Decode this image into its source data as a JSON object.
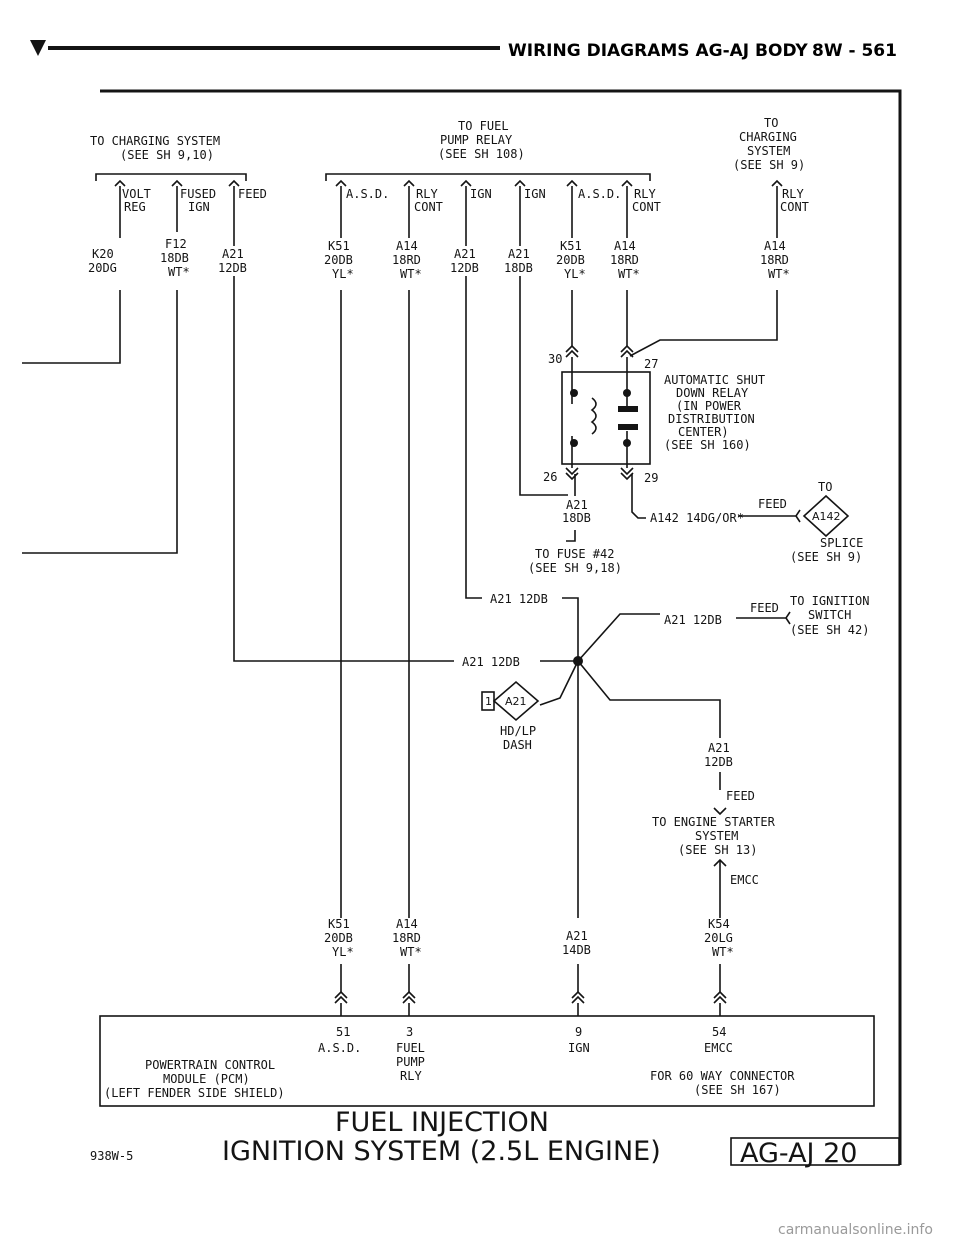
{
  "header": {
    "title": "WIRING DIAGRAMS AG-AJ BODY",
    "page": "8W - 561"
  },
  "sources": {
    "charging_left": [
      "TO CHARGING SYSTEM",
      "(SEE SH 9,10)"
    ],
    "fuel_pump_relay": [
      "TO FUEL",
      "PUMP RELAY",
      "(SEE SH 108)"
    ],
    "charging_right": [
      "TO",
      "CHARGING",
      "SYSTEM",
      "(SEE SH 9)"
    ]
  },
  "terminals": {
    "volt_reg": [
      "VOLT",
      "REG"
    ],
    "fused_ign": [
      "FUSED",
      "IGN"
    ],
    "feed": "FEED",
    "asd1": "A.S.D.",
    "rly_cont1": [
      "RLY",
      "CONT"
    ],
    "ign1": "IGN",
    "ign2": "IGN",
    "asd2": "A.S.D.",
    "rly_cont2": [
      "RLY",
      "CONT"
    ],
    "rly_cont3": [
      "RLY",
      "CONT"
    ]
  },
  "wires_top": {
    "k20": [
      "K20",
      "20DG"
    ],
    "f12": [
      "F12",
      "18DB",
      "WT*"
    ],
    "a21a": [
      "A21",
      "12DB"
    ],
    "k51a": [
      "K51",
      "20DB",
      "YL*"
    ],
    "a14a": [
      "A14",
      "18RD",
      "WT*"
    ],
    "a21b": [
      "A21",
      "12DB"
    ],
    "a21c": [
      "A21",
      "18DB"
    ],
    "k51b": [
      "K51",
      "20DB",
      "YL*"
    ],
    "a14b": [
      "A14",
      "18RD",
      "WT*"
    ],
    "a14c": [
      "A14",
      "18RD",
      "WT*"
    ]
  },
  "relay": {
    "pin30": "30",
    "pin27": "27",
    "pin26": "26",
    "pin29": "29",
    "label": [
      "AUTOMATIC SHUT",
      "DOWN RELAY",
      "(IN POWER",
      "DISTRIBUTION",
      "CENTER)",
      "(SEE SH 160)"
    ]
  },
  "mid": {
    "a21_18db": [
      "A21",
      "18DB"
    ],
    "fuse": [
      "TO FUSE #42",
      "(SEE SH 9,18)"
    ],
    "a142": "A142 14DG/OR*",
    "feed1": "FEED",
    "to1": "TO",
    "splice_id": "A142",
    "splice": [
      "SPLICE",
      "(SEE SH 9)"
    ],
    "a21_12db_1": "A21 12DB",
    "a21_12db_2": "A21 12DB",
    "a21_12db_3": "A21 12DB",
    "feed2": "FEED",
    "ign_switch": [
      "TO IGNITION",
      "SWITCH",
      "(SEE SH 42)"
    ],
    "hdlp_num": "1",
    "hdlp_id": "A21",
    "hdlp": [
      "HD/LP",
      "DASH"
    ],
    "a21_12db_v": [
      "A21",
      "12DB"
    ],
    "feed3": "FEED",
    "starter": [
      "TO ENGINE STARTER",
      "SYSTEM",
      "(SEE SH 13)"
    ],
    "emcc": "EMCC"
  },
  "wires_bottom": {
    "k51": [
      "K51",
      "20DB",
      "YL*"
    ],
    "a14": [
      "A14",
      "18RD",
      "WT*"
    ],
    "a21": [
      "A21",
      "14DB"
    ],
    "k54": [
      "K54",
      "20LG",
      "WT*"
    ]
  },
  "pcm": {
    "pins": [
      {
        "num": "51",
        "name": [
          "A.S.D."
        ]
      },
      {
        "num": "3",
        "name": [
          "FUEL",
          "PUMP",
          "RLY"
        ]
      },
      {
        "num": "9",
        "name": [
          "IGN"
        ]
      },
      {
        "num": "54",
        "name": [
          "EMCC"
        ]
      }
    ],
    "label": [
      "POWERTRAIN CONTROL",
      "MODULE (PCM)",
      "(LEFT FENDER SIDE SHIELD)"
    ],
    "connector": [
      "FOR 60 WAY CONNECTOR",
      "(SEE SH 167)"
    ]
  },
  "footer": {
    "title1": "FUEL INJECTION",
    "title2": "IGNITION SYSTEM (2.5L ENGINE)",
    "code": "938W-5",
    "box": "AG-AJ 20"
  },
  "watermark": "carmanualsonline.info"
}
